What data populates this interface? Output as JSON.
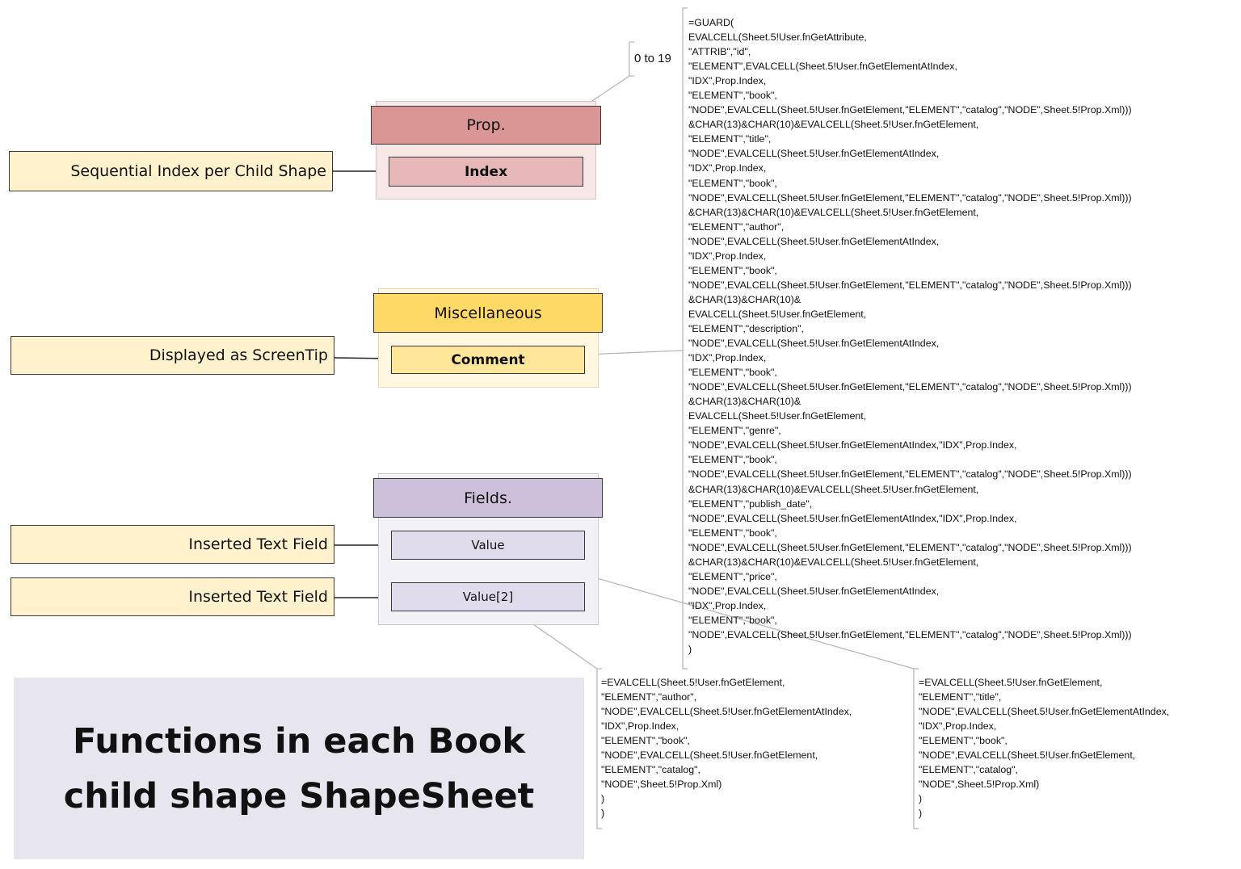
{
  "prop_section": {
    "header": "Prop.",
    "row": "Index",
    "callout": "Sequential Index per Child Shape",
    "range_label": "0 to 19",
    "colors": {
      "header": "#da9694",
      "row": "#e6b9b8",
      "bg": "#f8e7e7"
    }
  },
  "misc_section": {
    "header": "Miscellaneous",
    "row": "Comment",
    "callout": "Displayed as ScreenTip",
    "colors": {
      "header": "#ffd966",
      "row": "#ffe699",
      "bg": "#fff7e0"
    }
  },
  "fields_section": {
    "header": "Fields.",
    "rows": [
      "Value",
      "Value[2]"
    ],
    "callouts": [
      "Inserted Text Field",
      "Inserted Text Field"
    ],
    "colors": {
      "header": "#ccc0da",
      "row": "#e0dcec",
      "bg": "#f2f1f6"
    }
  },
  "callout_color": "#fff2cc",
  "formulas": {
    "comment": "=GUARD(\nEVALCELL(Sheet.5!User.fnGetAttribute,\n\"ATTRIB\",\"id\",\n\"ELEMENT\",EVALCELL(Sheet.5!User.fnGetElementAtIndex,\n\"IDX\",Prop.Index,\n\"ELEMENT\",\"book\",\n\"NODE\",EVALCELL(Sheet.5!User.fnGetElement,\"ELEMENT\",\"catalog\",\"NODE\",Sheet.5!Prop.Xml)))\n&CHAR(13)&CHAR(10)&EVALCELL(Sheet.5!User.fnGetElement,\n\"ELEMENT\",\"title\",\n\"NODE\",EVALCELL(Sheet.5!User.fnGetElementAtIndex,\n\"IDX\",Prop.Index,\n\"ELEMENT\",\"book\",\n\"NODE\",EVALCELL(Sheet.5!User.fnGetElement,\"ELEMENT\",\"catalog\",\"NODE\",Sheet.5!Prop.Xml)))\n&CHAR(13)&CHAR(10)&EVALCELL(Sheet.5!User.fnGetElement,\n\"ELEMENT\",\"author\",\n\"NODE\",EVALCELL(Sheet.5!User.fnGetElementAtIndex,\n\"IDX\",Prop.Index,\n\"ELEMENT\",\"book\",\n\"NODE\",EVALCELL(Sheet.5!User.fnGetElement,\"ELEMENT\",\"catalog\",\"NODE\",Sheet.5!Prop.Xml)))\n&CHAR(13)&CHAR(10)&\nEVALCELL(Sheet.5!User.fnGetElement,\n\"ELEMENT\",\"description\",\n\"NODE\",EVALCELL(Sheet.5!User.fnGetElementAtIndex,\n\"IDX\",Prop.Index,\n\"ELEMENT\",\"book\",\n\"NODE\",EVALCELL(Sheet.5!User.fnGetElement,\"ELEMENT\",\"catalog\",\"NODE\",Sheet.5!Prop.Xml)))\n&CHAR(13)&CHAR(10)&\nEVALCELL(Sheet.5!User.fnGetElement,\n\"ELEMENT\",\"genre\",\n\"NODE\",EVALCELL(Sheet.5!User.fnGetElementAtIndex,\"IDX\",Prop.Index,\n\"ELEMENT\",\"book\",\n\"NODE\",EVALCELL(Sheet.5!User.fnGetElement,\"ELEMENT\",\"catalog\",\"NODE\",Sheet.5!Prop.Xml)))\n&CHAR(13)&CHAR(10)&EVALCELL(Sheet.5!User.fnGetElement,\n\"ELEMENT\",\"publish_date\",\n\"NODE\",EVALCELL(Sheet.5!User.fnGetElementAtIndex,\"IDX\",Prop.Index,\n\"ELEMENT\",\"book\",\n\"NODE\",EVALCELL(Sheet.5!User.fnGetElement,\"ELEMENT\",\"catalog\",\"NODE\",Sheet.5!Prop.Xml)))\n&CHAR(13)&CHAR(10)&EVALCELL(Sheet.5!User.fnGetElement,\n\"ELEMENT\",\"price\",\n\"NODE\",EVALCELL(Sheet.5!User.fnGetElementAtIndex,\n\"IDX\",Prop.Index,\n\"ELEMENT\",\"book\",\n\"NODE\",EVALCELL(Sheet.5!User.fnGetElement,\"ELEMENT\",\"catalog\",\"NODE\",Sheet.5!Prop.Xml)))\n)",
    "value2": "=EVALCELL(Sheet.5!User.fnGetElement,\n\"ELEMENT\",\"author\",\n\"NODE\",EVALCELL(Sheet.5!User.fnGetElementAtIndex,\n\"IDX\",Prop.Index,\n\"ELEMENT\",\"book\",\n\"NODE\",EVALCELL(Sheet.5!User.fnGetElement,\n\"ELEMENT\",\"catalog\",\n\"NODE\",Sheet.5!Prop.Xml)\n)\n)",
    "value": "=EVALCELL(Sheet.5!User.fnGetElement,\n\"ELEMENT\",\"title\",\n\"NODE\",EVALCELL(Sheet.5!User.fnGetElementAtIndex,\n\"IDX\",Prop.Index,\n\"ELEMENT\",\"book\",\n\"NODE\",EVALCELL(Sheet.5!User.fnGetElement,\n\"ELEMENT\",\"catalog\",\n\"NODE\",Sheet.5!Prop.Xml)\n)\n)"
  },
  "title": "Functions in each Book child shape ShapeSheet"
}
